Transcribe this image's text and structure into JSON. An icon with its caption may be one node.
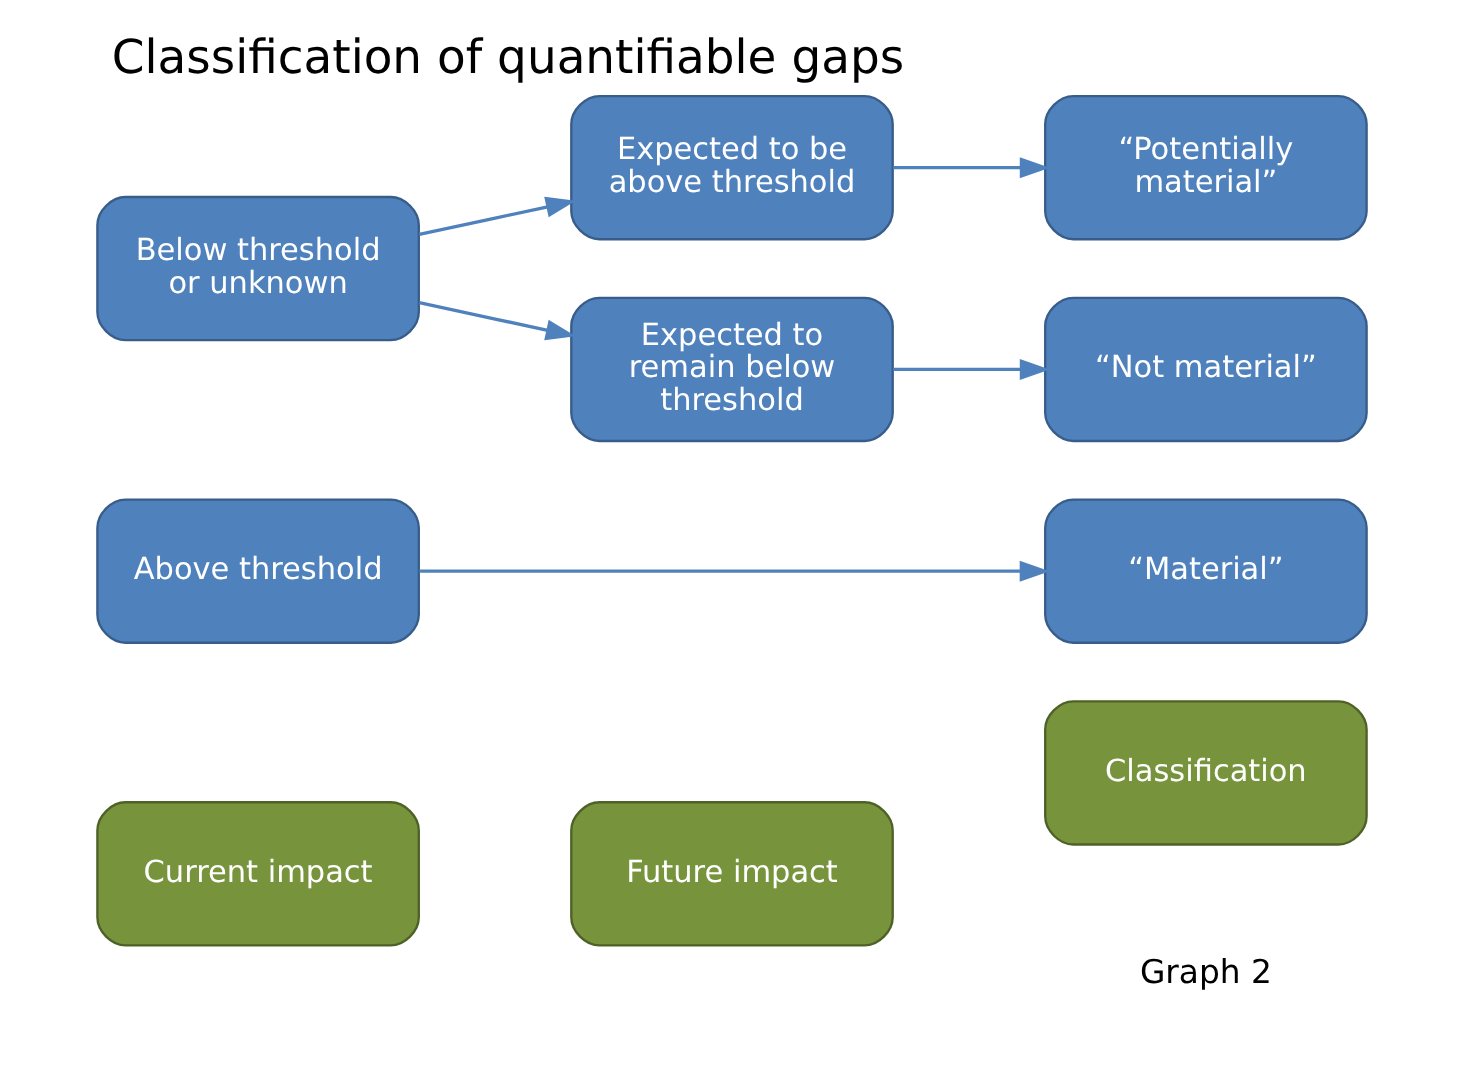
{
  "diagram": {
    "title": "Classification of quantifiable gaps",
    "nodes": [
      {
        "text": [
          "Current impact"
        ]
      },
      {
        "text": [
          "Future impact"
        ]
      },
      {
        "text": [
          "Classification"
        ]
      },
      {
        "text": [
          "Above threshold"
        ]
      },
      {
        "text": [
          "“Material”"
        ]
      },
      {
        "text": [
          "Expected to be above threshold"
        ]
      },
      {
        "text": [
          "“Potentially material”"
        ]
      },
      {
        "text": [
          "Below threshold or unknown"
        ]
      },
      {
        "text": [
          "Expected to remain below threshold"
        ]
      },
      {
        "text": [
          "“Not material”"
        ]
      }
    ],
    "edges": [
      {
        "from": 3,
        "to": 4,
        "arrow": "to"
      },
      {
        "from": 7,
        "to": 5,
        "arrow": "to"
      },
      {
        "from": 7,
        "to": 8,
        "arrow": "to"
      },
      {
        "from": 5,
        "to": 6,
        "arrow": "to"
      },
      {
        "from": 8,
        "to": 9,
        "arrow": "to"
      }
    ],
    "labels": [
      "Graph 2"
    ]
  }
}
